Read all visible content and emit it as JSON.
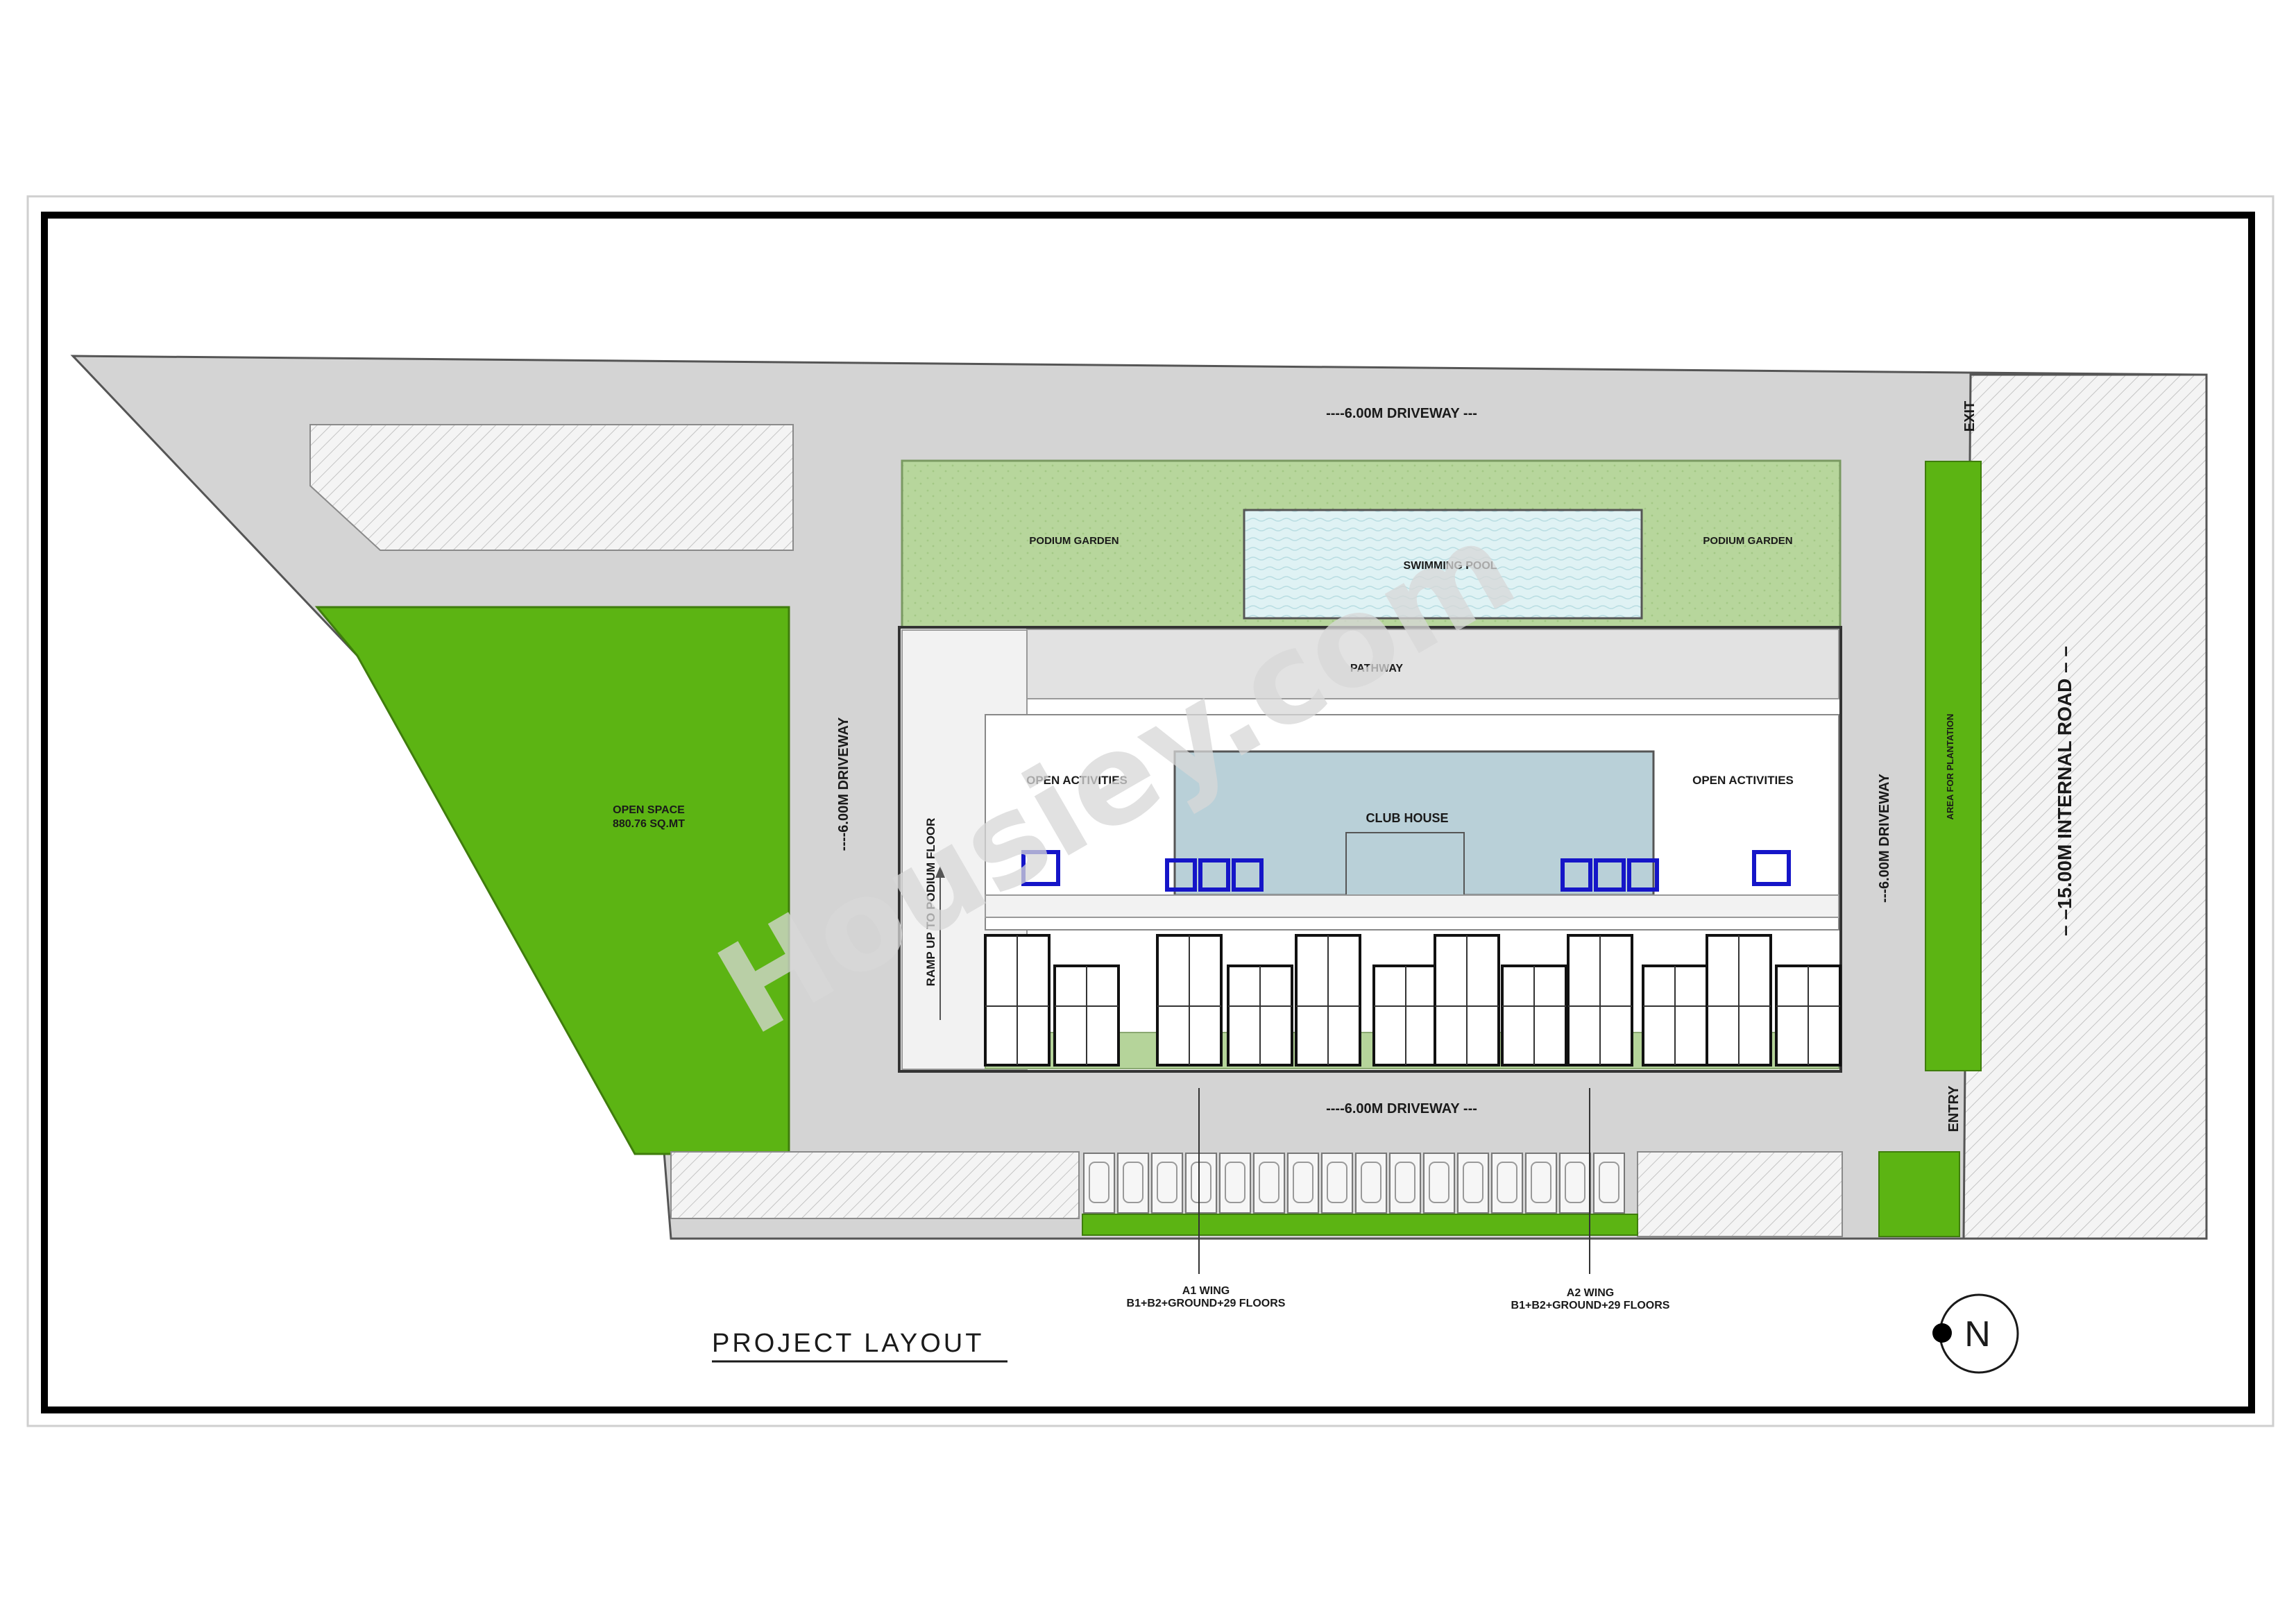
{
  "title": "PROJECT LAYOUT",
  "watermark": "Housiey.com",
  "compass": {
    "label": "N"
  },
  "labels": {
    "top_driveway": "----6.00M DRIVEWAY ---",
    "bottom_driveway": "----6.00M DRIVEWAY ---",
    "left_driveway": "----6.00M DRIVEWAY",
    "right_driveway": "---6.00M DRIVEWAY",
    "internal_road": "– –15.00M INTERNAL ROAD – –",
    "plantation": "AREA FOR PLANTATION",
    "exit": "EXIT",
    "entry": "ENTRY",
    "podium_garden_left": "PODIUM GARDEN",
    "podium_garden_right": "PODIUM GARDEN",
    "swimming_pool": "SWIMMING POOL",
    "pathway": "PATHWAY",
    "open_activities_left": "OPEN ACTIVITIES",
    "open_activities_right": "OPEN ACTIVITIES",
    "club_house": "CLUB HOUSE",
    "ramp": "RAMP UP TO PODIUM FLOOR",
    "open_space_title": "OPEN SPACE",
    "open_space_area": "880.76 SQ.MT"
  },
  "wings": [
    {
      "name": "A1 WING",
      "floors": "B1+B2+GROUND+29 FLOORS"
    },
    {
      "name": "A2 WING",
      "floors": "B1+B2+GROUND+29 FLOORS"
    }
  ],
  "colors": {
    "road": "#d2d2d2",
    "green": "#5cb413",
    "podium_green": "#b5d49a",
    "pool": "#d8eef1",
    "clubhouse": "#b8cfd8",
    "lift_blue": "#1515c8",
    "frame": "#000000"
  }
}
